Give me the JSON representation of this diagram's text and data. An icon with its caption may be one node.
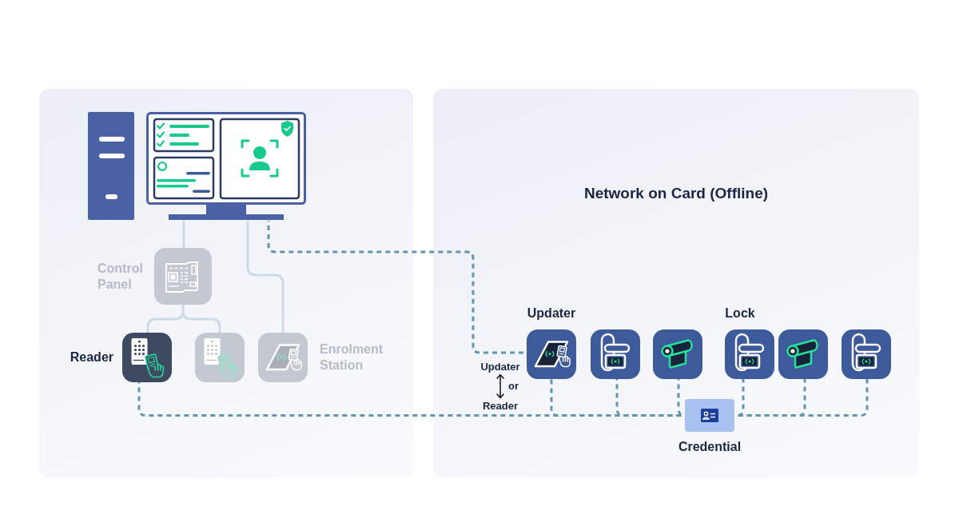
{
  "diagram": {
    "nodes": [
      {
        "text": [],
        "shape": "box"
      },
      {
        "text": [],
        "shape": "picture",
        "in": 0
      },
      {
        "text": [
          "Control Panel"
        ],
        "in": 0
      },
      {
        "text": [
          "Reader"
        ],
        "in": 0
      },
      {
        "text": [],
        "shape": "picture",
        "in": 0
      },
      {
        "text": [
          "Enrolment Station"
        ],
        "in": 0
      },
      {
        "text": [
          "Network on Card (Offline)"
        ]
      },
      {
        "text": [
          "Updater"
        ],
        "in": 6
      },
      {
        "text": [],
        "shape": "picture",
        "in": 6
      },
      {
        "text": [],
        "shape": "picture",
        "in": 6
      },
      {
        "text": [
          "Lock"
        ],
        "in": 6
      },
      {
        "text": [],
        "shape": "picture",
        "in": 6
      },
      {
        "text": [],
        "shape": "picture",
        "in": 6
      },
      {
        "text": [
          "Credential"
        ],
        "in": 6
      }
    ],
    "edges": [
      {
        "from": 1,
        "to": 2,
        "arrow": "none",
        "color": "#cddbe7"
      },
      {
        "from": 1,
        "to": 5,
        "arrow": "none",
        "color": "#cddbe7"
      },
      {
        "from": 2,
        "to": 3,
        "arrow": "none",
        "color": "#cddbe7"
      },
      {
        "from": 2,
        "to": 4,
        "arrow": "none",
        "color": "#cddbe7"
      },
      {
        "from": 1,
        "to": 7,
        "arrow": "none",
        "style": "dashed"
      },
      {
        "from": 3,
        "to": 13,
        "arrow": "none",
        "style": "dashed"
      },
      {
        "from": 7,
        "to": 13,
        "arrow": "none",
        "style": "dashed"
      },
      {
        "from": 8,
        "to": 13,
        "arrow": "none",
        "style": "dashed"
      },
      {
        "from": 9,
        "to": 13,
        "arrow": "none",
        "style": "dashed"
      },
      {
        "from": 10,
        "to": 13,
        "arrow": "none",
        "style": "dashed"
      },
      {
        "from": 11,
        "to": 13,
        "arrow": "none",
        "style": "dashed"
      },
      {
        "from": 12,
        "to": 13,
        "arrow": "none",
        "style": "dashed"
      }
    ],
    "labels": [
      "Updater",
      "or",
      "Reader"
    ]
  }
}
